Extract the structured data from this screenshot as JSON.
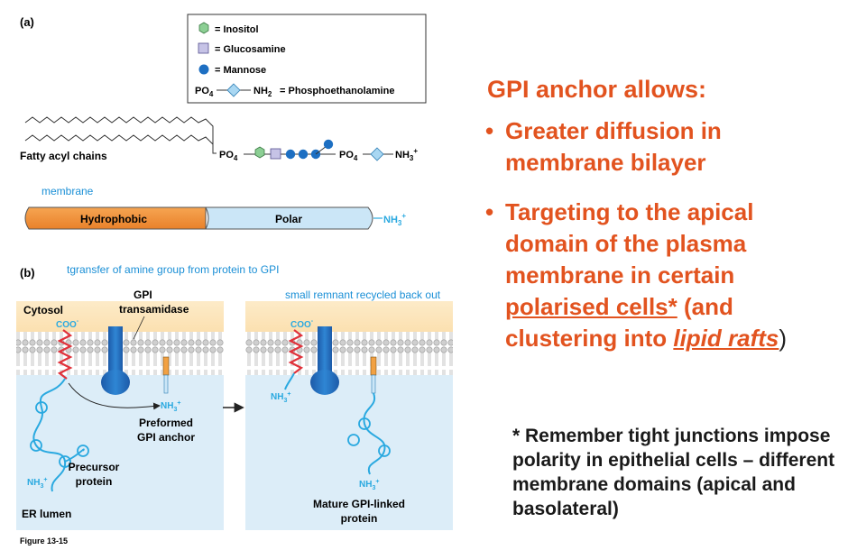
{
  "panel_a": {
    "label": "(a)",
    "legend": {
      "inositol": "= Inositol",
      "glucosamine": "= Glucosamine",
      "mannose": "= Mannose",
      "po4": "PO",
      "po4_sub": "4",
      "nh2": "NH",
      "nh2_sub": "2",
      "pe": "= Phosphoethanolamine"
    },
    "fatty": "Fatty acyl chains",
    "chain_po4a": "PO",
    "chain_sub4": "4",
    "chain_po4b": "PO",
    "chain_nh3": "NH",
    "chain_nh3_sub": "3",
    "chain_plus": "+",
    "membrane": "membrane",
    "hydrophobic": "Hydrophobic",
    "polar": "Polar",
    "bar_nh3": "NH",
    "bar_sub": "3",
    "bar_plus": "+"
  },
  "panel_b": {
    "label": "(b)",
    "transfer_note": "tgransfer of amine group from protein to GPI",
    "remnant_note": "small remnant recycled back out",
    "cytosol": "Cytosol",
    "gpi": "GPI",
    "transamidase": "transamidase",
    "coo": "COO",
    "coo_sup": "-",
    "nh3": "NH",
    "nh3_sub": "3",
    "nh3_sup": "+",
    "preformed": "Preformed",
    "gpi_anchor": "GPI anchor",
    "precursor": "Precursor",
    "protein": "protein",
    "er_lumen": "ER lumen",
    "mature": "Mature GPI-linked",
    "mature2": "protein",
    "figure": "Figure 13-15"
  },
  "right": {
    "title": "GPI anchor allows:",
    "bullet": "•",
    "b1": "Greater diffusion in membrane bilayer",
    "b2_pre": "Targeting to the apical domain of the plasma membrane in certain ",
    "b2_pol": "polarised cells*",
    "b2_mid": "  (and clustering into ",
    "b2_lip": "lipid rafts",
    "b2_end": ")",
    "note": "* Remember tight junctions impose polarity in epithelial cells – different membrane domains (apical and basolateral)"
  },
  "colors": {
    "orange_text": "#e2531f",
    "blue_text": "#1a8fd6",
    "cyan": "#2aa9e0",
    "helix": "#e0313a",
    "enzyme": "#1670c0"
  }
}
